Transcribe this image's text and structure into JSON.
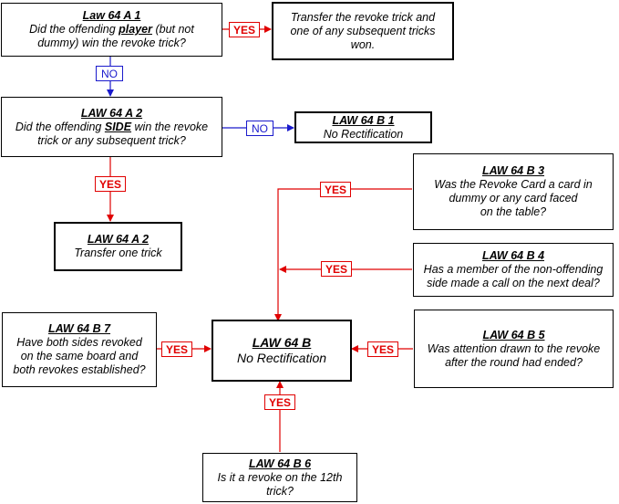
{
  "colors": {
    "yes": "#e00000",
    "no": "#1a1acc"
  },
  "labels": {
    "yes": "YES",
    "no": "NO"
  },
  "nodes": {
    "a1": {
      "title": "Law 64 A 1",
      "l1_pre": "Did the offending ",
      "l1_em": "player",
      "l1_post": " (but not",
      "l2": "dummy) win the revoke trick?"
    },
    "transfer": {
      "l1": "Transfer the revoke trick and",
      "l2": "one of any subsequent tricks",
      "l3": "won."
    },
    "a2": {
      "title": "LAW 64 A 2",
      "l1_pre": "Did the offending ",
      "l1_em": "SIDE",
      "l1_post": " win the revoke",
      "l2": "trick or any subsequent trick?"
    },
    "b1": {
      "title": "LAW 64 B 1",
      "l1": "No Rectification"
    },
    "a2_result": {
      "title": "LAW 64 A 2",
      "l1": "Transfer one trick"
    },
    "b3": {
      "title": "LAW 64 B 3",
      "l1": "Was the Revoke Card a card in",
      "l2": "dummy or any card faced",
      "l3": "on the table?"
    },
    "b4": {
      "title": "LAW 64 B 4",
      "l1": "Has a member of the non-offending",
      "l2": "side made a call on the next deal?"
    },
    "b7": {
      "title": "LAW 64 B 7",
      "l1": "Have both sides revoked",
      "l2": "on the same board and",
      "l3": "both revokes established?"
    },
    "b": {
      "title": "LAW 64 B",
      "l1": "No Rectification"
    },
    "b5": {
      "title": "LAW 64 B 5",
      "l1": "Was attention drawn to the revoke",
      "l2": "after the round had ended?"
    },
    "b6": {
      "title": "LAW 64 B 6",
      "l1": "Is it a revoke on the 12th",
      "l2": "trick?"
    }
  }
}
